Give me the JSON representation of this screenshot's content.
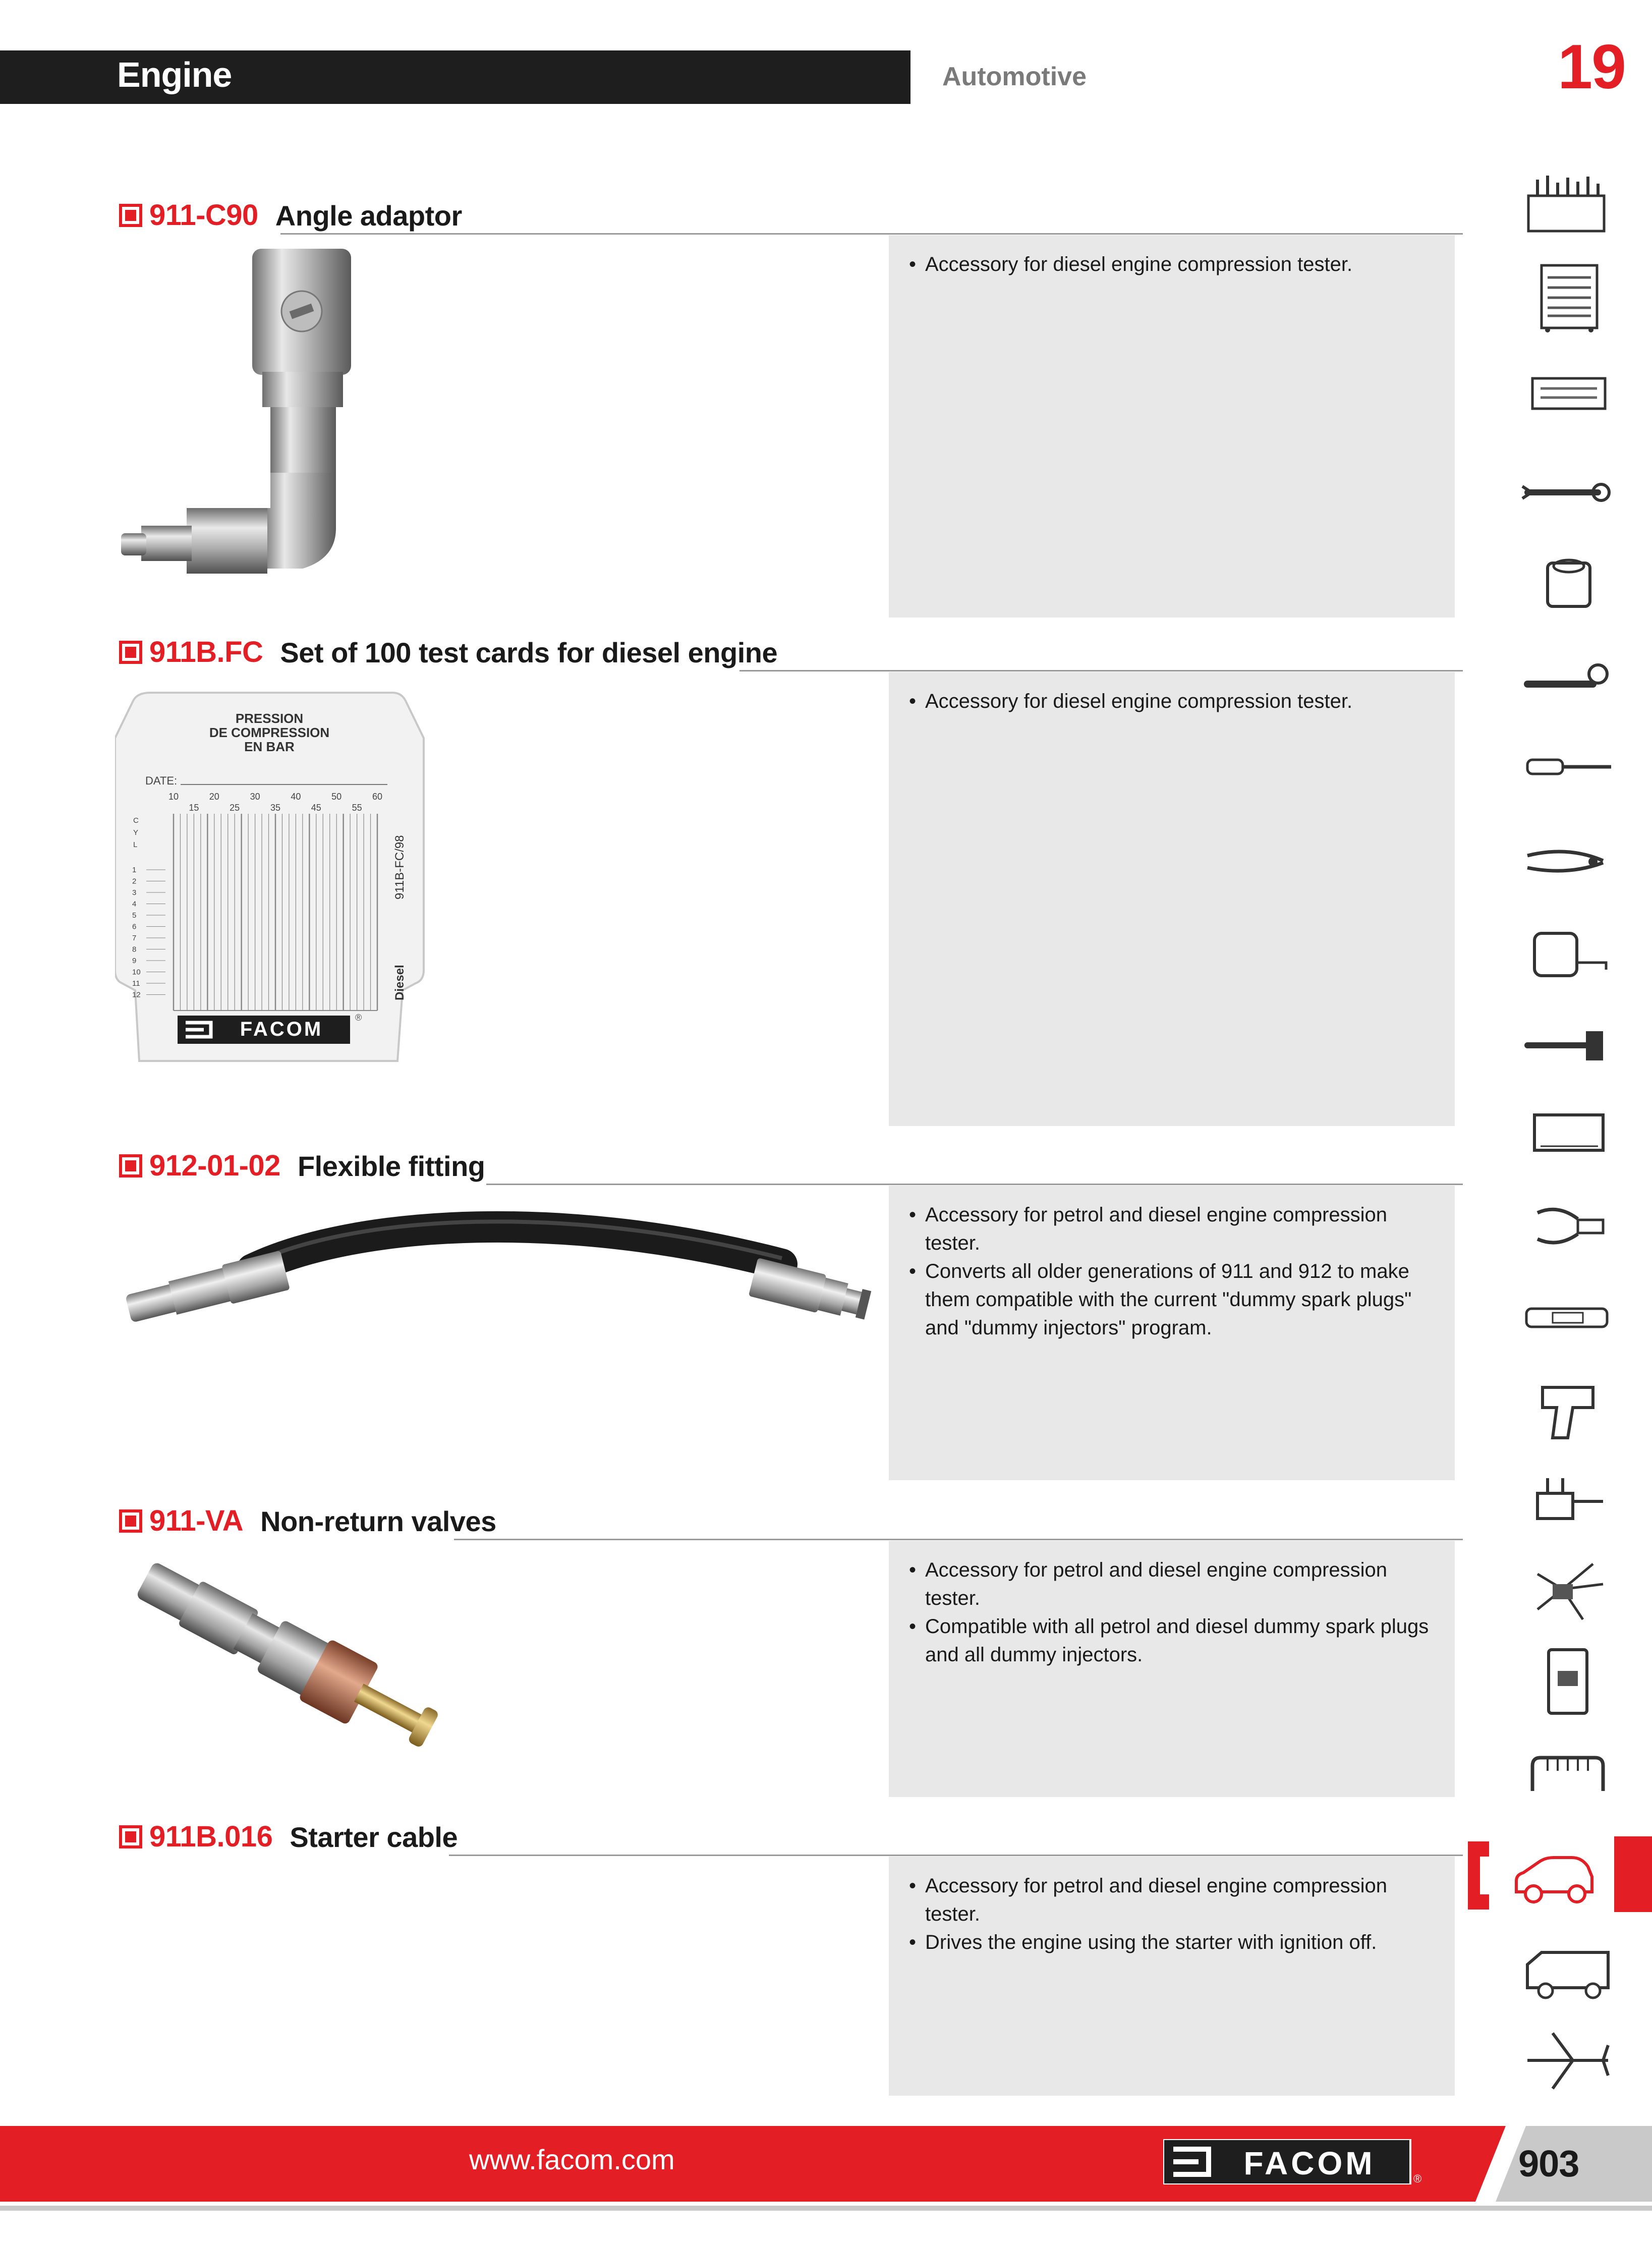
{
  "header": {
    "title": "Engine",
    "subtitle": "Automotive",
    "chapter_number": "19"
  },
  "products": [
    {
      "code": "911-C90",
      "name": "Angle adaptor",
      "bullets": [
        "Accessory for diesel engine compression tester."
      ]
    },
    {
      "code": "911B.FC",
      "name": "Set of 100 test cards for diesel engine",
      "bullets": [
        "Accessory for diesel engine compression tester."
      ],
      "card": {
        "title_line1": "PRESSION",
        "title_line2": "DE COMPRESSION",
        "title_line3": "EN BAR",
        "date_label": "DATE:",
        "top_ticks": [
          "10",
          "20",
          "30",
          "40",
          "50",
          "60"
        ],
        "mid_ticks": [
          "15",
          "25",
          "35",
          "45",
          "55"
        ],
        "cyl_label": [
          "C",
          "Y",
          "L"
        ],
        "rows": [
          "1",
          "2",
          "3",
          "4",
          "5",
          "6",
          "7",
          "8",
          "9",
          "10",
          "11",
          "12"
        ],
        "ref": "911B-FC/98",
        "fuel": "Diesel",
        "brand": "FACOM",
        "reg": "®"
      }
    },
    {
      "code": "912-01-02",
      "name": "Flexible fitting",
      "bullets": [
        "Accessory for petrol and diesel engine compression tester.",
        "Converts all older generations of 911 and 912 to make them compatible with the current \"dummy spark plugs\" and \"dummy injectors\" program."
      ]
    },
    {
      "code": "911-VA",
      "name": "Non-return valves",
      "bullets": [
        "Accessory for petrol and diesel engine compression tester.",
        "Compatible with all petrol and diesel dummy spark plugs and all dummy injectors."
      ]
    },
    {
      "code": "911B.016",
      "name": "Starter cable",
      "bullets": [
        "Accessory for petrol and diesel engine compression tester.",
        "Drives the engine using the starter with ignition off."
      ]
    }
  ],
  "sidebar": {
    "icons": [
      "tool-box-icon",
      "tool-cabinet-icon",
      "tool-tray-icon",
      "combination-wrench-icon",
      "socket-icon",
      "ratchet-icon",
      "screwdriver-icon",
      "pliers-icon",
      "tape-measure-icon",
      "hammer-icon",
      "hacksaw-icon",
      "puller-icon",
      "torque-wrench-icon",
      "impact-wrench-icon",
      "vise-icon",
      "safety-icon",
      "electrical-icon",
      "clamp-icon",
      "car-icon",
      "van-icon",
      "airplane-icon"
    ],
    "active": "car-icon"
  },
  "footer": {
    "url": "www.facom.com",
    "brand": "FACOM",
    "reg": "®",
    "page": "903"
  },
  "colors": {
    "accent": "#e31e24",
    "header_bg": "#1e1e1e",
    "panel_bg": "#e8e8e8",
    "muted": "#7a7a7a"
  }
}
